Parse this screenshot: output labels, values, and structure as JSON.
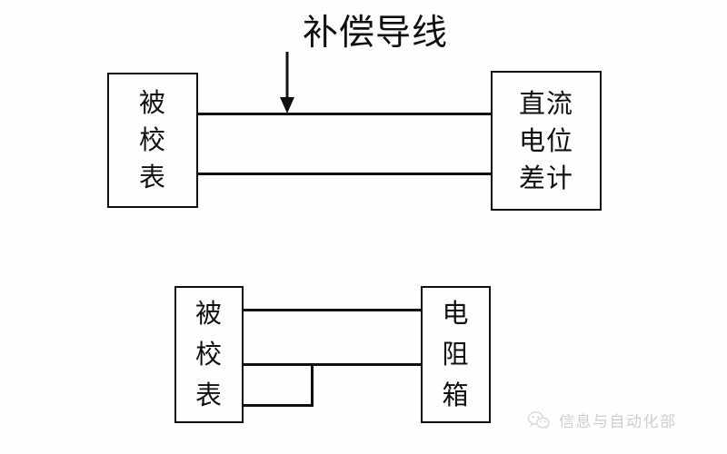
{
  "diagram": {
    "background_color": "#fefefe",
    "line_color": "#101010",
    "annotation": {
      "label": "补偿导线",
      "arrow_icon": "down-arrow-icon"
    },
    "top_circuit": {
      "name": "thermocouple-calibration-circuit",
      "left_box": {
        "name": "被校表",
        "lines": [
          "被",
          "校",
          "表"
        ]
      },
      "right_box": {
        "name": "直流电位差计",
        "lines": [
          "直流",
          "电位",
          "差计"
        ]
      },
      "wires": [
        "upper-lead",
        "lower-lead"
      ]
    },
    "bottom_circuit": {
      "name": "resistance-calibration-circuit",
      "left_box": {
        "name": "被校表",
        "lines": [
          "被",
          "校",
          "表"
        ]
      },
      "right_box": {
        "name": "电阻箱",
        "lines": [
          "电",
          "阻",
          "箱"
        ]
      },
      "wires": [
        "upper-lead",
        "middle-lead",
        "lower-lead",
        "jumper-link"
      ]
    }
  },
  "watermark": {
    "text": "信息与自动化部",
    "icon": "wechat-icon",
    "color": "#8a8a8a"
  }
}
